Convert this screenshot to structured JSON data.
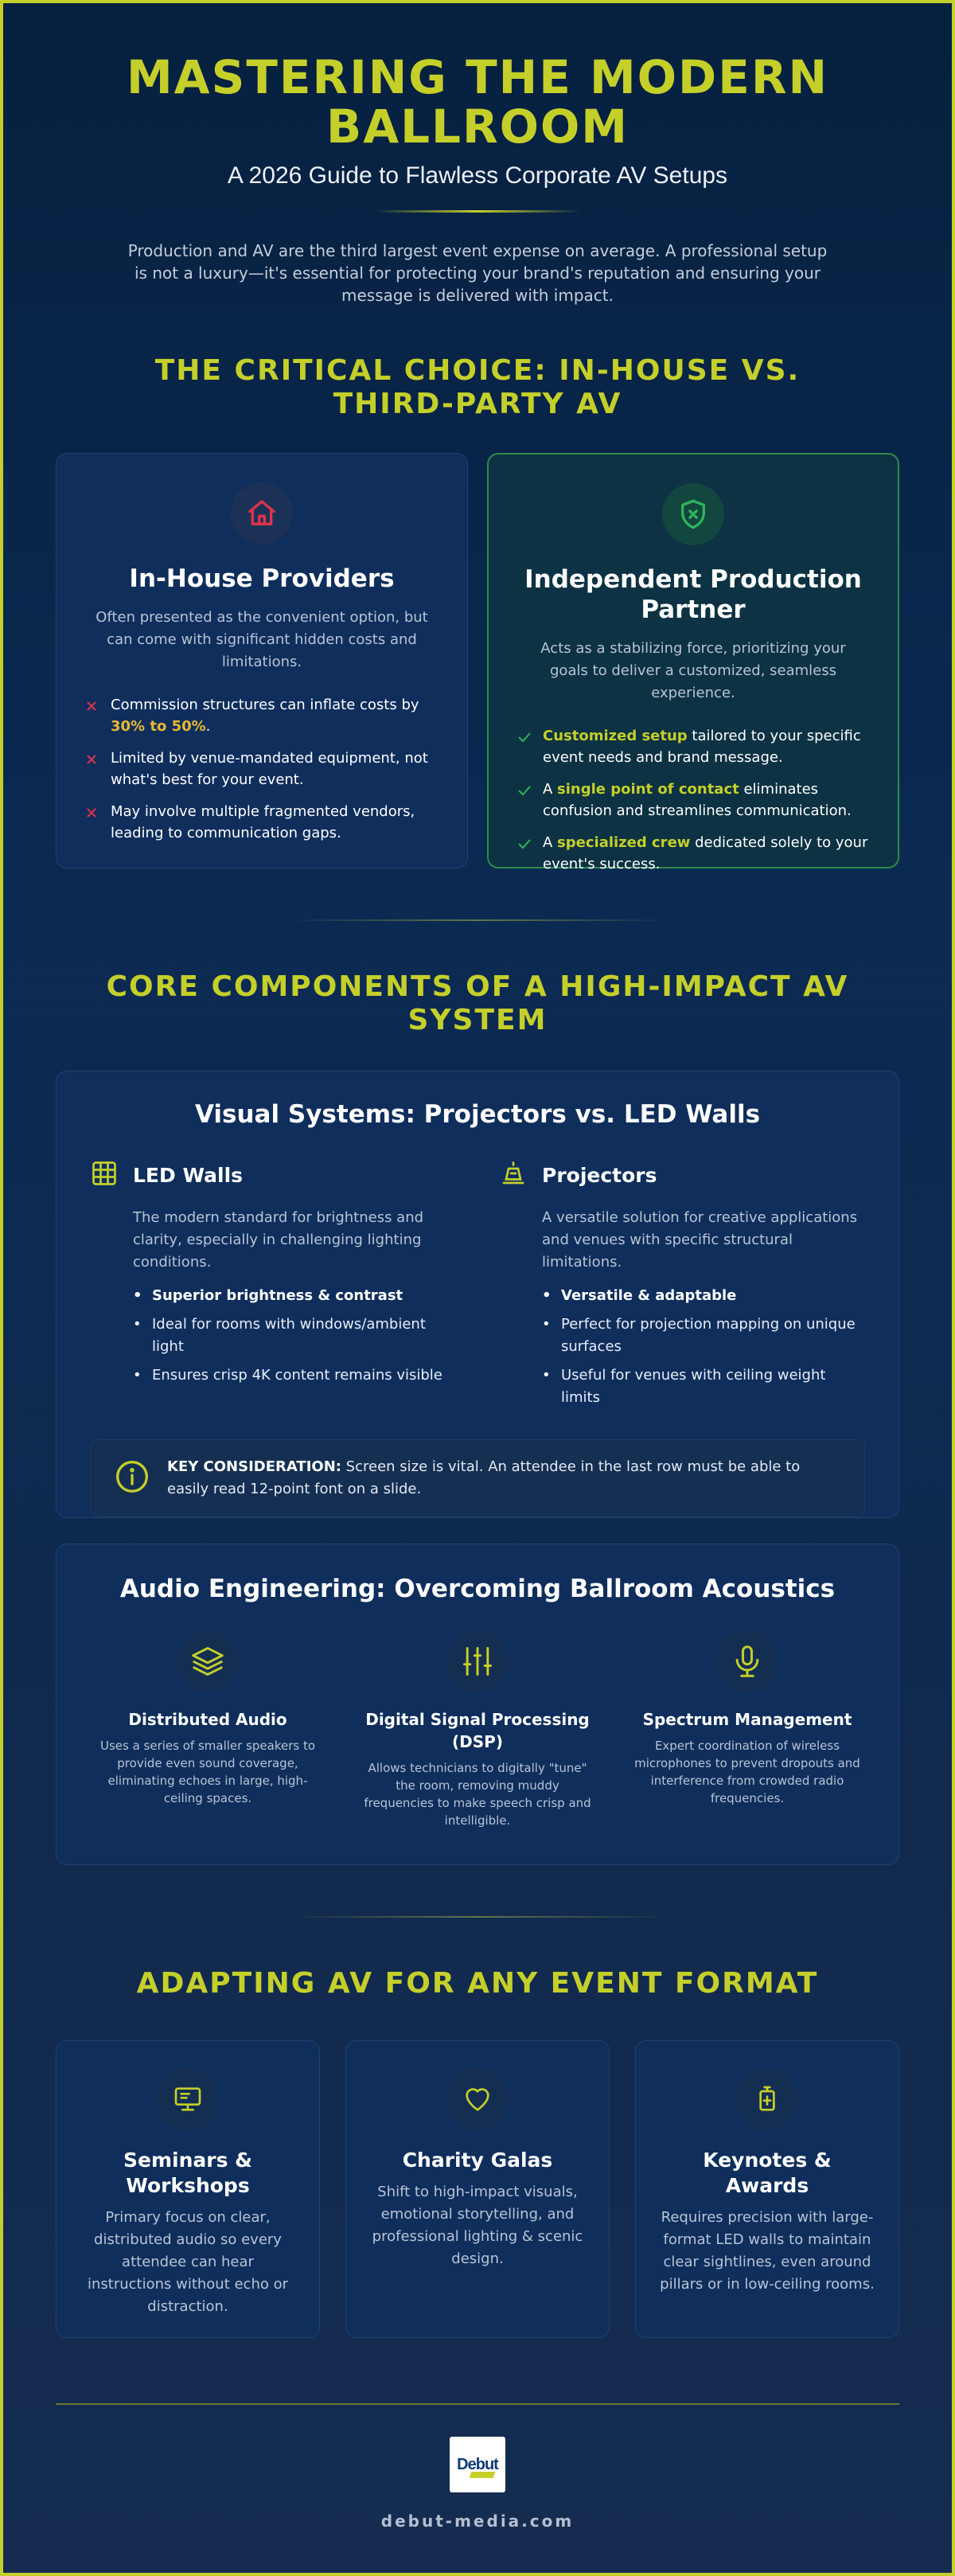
{
  "hero": {
    "title": "MASTERING THE MODERN BALLROOM",
    "subtitle": "A 2026 Guide to Flawless Corporate AV Setups",
    "intro": "Production and AV are the third largest event expense on average. A professional setup is not a luxury—it's essential for protecting your brand's reputation and ensuring your message is delivered with impact."
  },
  "choice": {
    "title": "THE CRITICAL CHOICE: IN-HOUSE VS. THIRD-PARTY AV",
    "inhouse": {
      "icon": "house-icon",
      "heading": "In-House Providers",
      "desc": "Often presented as the convenient option, but can come with significant hidden costs and limitations.",
      "items": [
        {
          "pre": "Commission structures can inflate costs by ",
          "hl": "30% to 50%",
          "post": "."
        },
        {
          "pre": "Limited by venue-mandated equipment, not what's best for your event.",
          "hl": "",
          "post": ""
        },
        {
          "pre": "May involve multiple fragmented vendors, leading to communication gaps.",
          "hl": "",
          "post": ""
        }
      ]
    },
    "partner": {
      "icon": "shield-icon",
      "heading": "Independent Production Partner",
      "desc": "Acts as a stabilizing force, prioritizing your goals to deliver a customized, seamless experience.",
      "items": [
        {
          "pre": "",
          "hl": "Customized setup",
          "post": " tailored to your specific event needs and brand message."
        },
        {
          "pre": "A ",
          "hl": "single point of contact",
          "post": " eliminates confusion and streamlines communication."
        },
        {
          "pre": "A ",
          "hl": "specialized crew",
          "post": " dedicated solely to your event's success."
        }
      ]
    }
  },
  "components": {
    "title": "CORE COMPONENTS OF A HIGH-IMPACT AV SYSTEM",
    "visual": {
      "heading": "Visual Systems: Projectors vs. LED Walls",
      "led": {
        "icon": "grid-icon",
        "title": "LED Walls",
        "desc": "The modern standard for brightness and clarity, especially in challenging lighting conditions.",
        "bullets": [
          "Superior brightness & contrast",
          "Ideal for rooms with windows/ambient light",
          "Ensures crisp 4K content remains visible"
        ]
      },
      "projector": {
        "icon": "projector-icon",
        "title": "Projectors",
        "desc": "A versatile solution for creative applications and venues with specific structural limitations.",
        "bullets": [
          "Versatile & adaptable",
          "Perfect for projection mapping on unique surfaces",
          "Useful for venues with ceiling weight limits"
        ]
      },
      "key_label": "KEY CONSIDERATION:",
      "key_text": " Screen size is vital. An attendee in the last row must be able to easily read 12-point font on a slide."
    },
    "audio": {
      "heading": "Audio Engineering: Overcoming Ballroom Acoustics",
      "items": [
        {
          "icon": "layers-icon",
          "title": "Distributed Audio",
          "desc": "Uses a series of smaller speakers to provide even sound coverage, eliminating echoes in large, high-ceiling spaces."
        },
        {
          "icon": "sliders-icon",
          "title": "Digital Signal Processing (DSP)",
          "desc": "Allows technicians to digitally \"tune\" the room, removing muddy frequencies to make speech crisp and intelligible."
        },
        {
          "icon": "microphone-icon",
          "title": "Spectrum Management",
          "desc": "Expert coordination of wireless microphones to prevent dropouts and interference from crowded radio frequencies."
        }
      ]
    }
  },
  "formats": {
    "title": "ADAPTING AV FOR ANY EVENT FORMAT",
    "items": [
      {
        "icon": "monitor-icon",
        "title": "Seminars & Workshops",
        "desc": "Primary focus on clear, distributed audio so every attendee can hear instructions without echo or distraction."
      },
      {
        "icon": "heart-icon",
        "title": "Charity Galas",
        "desc": "Shift to high-impact visuals, emotional storytelling, and professional lighting & scenic design."
      },
      {
        "icon": "award-icon",
        "title": "Keynotes & Awards",
        "desc": "Requires precision with large-format LED walls to maintain clear sightlines, even around pillars or in low-ceiling rooms."
      }
    ]
  },
  "footer": {
    "logo_text": "Debut",
    "site": "debut-media.com"
  },
  "colors": {
    "accent": "#c5cf2a",
    "highlight": "#e8b830",
    "danger": "#e0334a",
    "success": "#2fb35a",
    "background": "#0f2a4f"
  }
}
